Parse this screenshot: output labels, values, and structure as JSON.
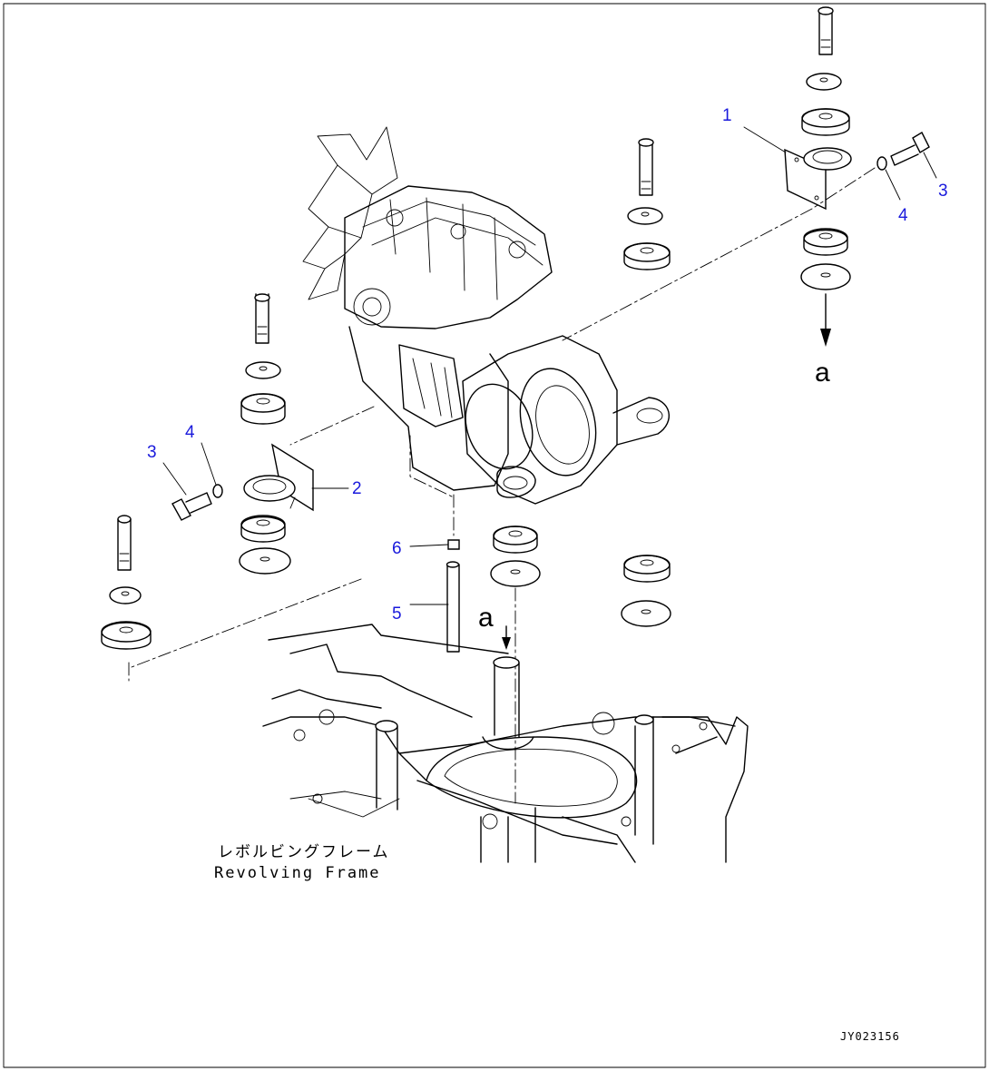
{
  "callouts": {
    "c1": "1",
    "c2": "2",
    "c3_right": "3",
    "c4_right": "4",
    "c3_left": "3",
    "c4_left": "4",
    "c5": "5",
    "c6": "6"
  },
  "markers": {
    "a_right": "a",
    "a_center": "a"
  },
  "frame_label": {
    "jp": "レボルビングフレーム",
    "en": "Revolving Frame"
  },
  "drawing_code": "JY023156",
  "colors": {
    "callout": "#1a1adc",
    "line": "#000000"
  }
}
